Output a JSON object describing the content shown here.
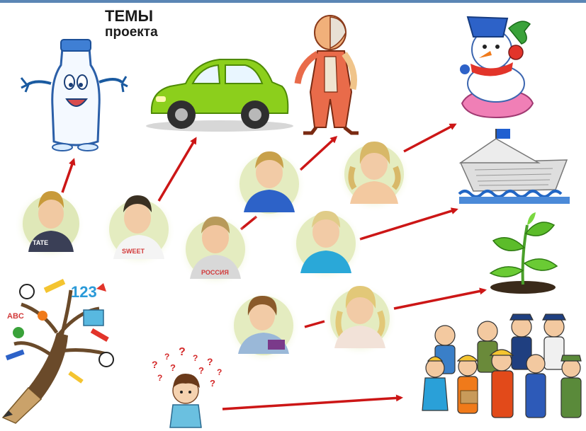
{
  "slide": {
    "title_line1": "ТЕМЫ",
    "title_line2": "проекта"
  },
  "colors": {
    "arrow": "#cc1616",
    "top_bar": "#5b86b5",
    "photo_halo": "#eef3cf"
  },
  "illustrations": [
    {
      "name": "milk-bottle-icon"
    },
    {
      "name": "car-icon"
    },
    {
      "name": "human-body-icon"
    },
    {
      "name": "snowman-icon"
    },
    {
      "name": "paper-boat-icon"
    },
    {
      "name": "sprout-icon"
    },
    {
      "name": "pencil-tree-icon"
    },
    {
      "name": "question-girl-icon"
    },
    {
      "name": "professions-group-icon"
    }
  ],
  "photos": [
    {
      "name": "child-photo-1"
    },
    {
      "name": "child-photo-2"
    },
    {
      "name": "child-photo-3"
    },
    {
      "name": "child-photo-4"
    },
    {
      "name": "child-photo-5"
    },
    {
      "name": "child-photo-6"
    },
    {
      "name": "child-photo-7"
    },
    {
      "name": "child-photo-8"
    }
  ]
}
